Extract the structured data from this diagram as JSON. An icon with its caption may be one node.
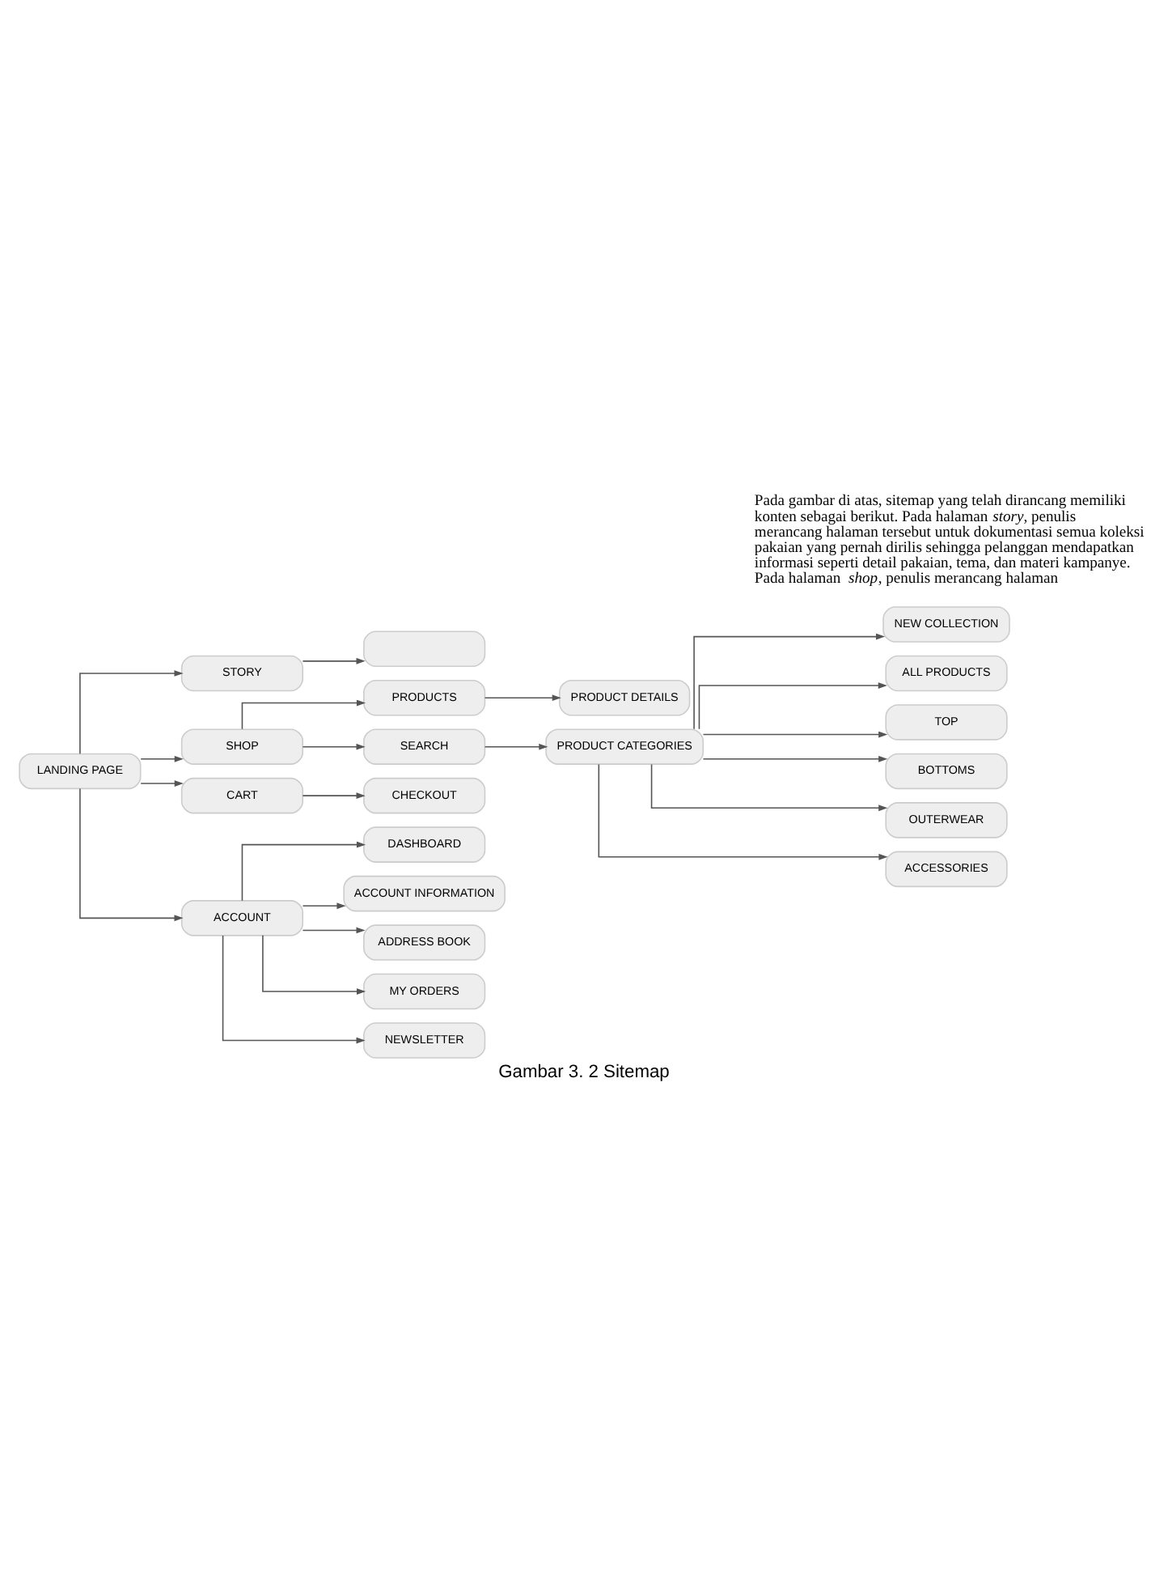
{
  "diagram": {
    "caption": "Gambar 3. 2 Sitemap",
    "nodes": [
      {
        "text": [
          "LANDING PAGE"
        ]
      },
      {
        "text": [
          "STORY"
        ]
      },
      {
        "text": [
          "SHOP"
        ]
      },
      {
        "text": [
          "CART"
        ]
      },
      {
        "text": [
          "ACCOUNT"
        ]
      },
      {
        "text": [],
        "shape": "box"
      },
      {
        "text": [
          "PRODUCTS"
        ]
      },
      {
        "text": [
          "PRODUCT DETAILS"
        ]
      },
      {
        "text": [
          "SEARCH"
        ]
      },
      {
        "text": [
          "PRODUCT CATEGORIES"
        ]
      },
      {
        "text": [
          "NEW COLLECTION"
        ]
      },
      {
        "text": [
          "ALL PRODUCTS"
        ]
      },
      {
        "text": [
          "TOP"
        ]
      },
      {
        "text": [
          "BOTTOMS"
        ]
      },
      {
        "text": [
          "OUTERWEAR"
        ]
      },
      {
        "text": [
          "ACCESSORIES"
        ]
      },
      {
        "text": [
          "CHECKOUT"
        ]
      },
      {
        "text": [
          "DASHBOARD"
        ]
      },
      {
        "text": [
          "ACCOUNT INFORMATION"
        ]
      },
      {
        "text": [
          "ADDRESS BOOK"
        ]
      },
      {
        "text": [
          "MY ORDERS"
        ]
      },
      {
        "text": [
          "NEWSLETTER"
        ]
      }
    ],
    "edges": [
      {
        "from": 0,
        "to": 1,
        "arrow": "to"
      },
      {
        "from": 0,
        "to": 2,
        "arrow": "to"
      },
      {
        "from": 0,
        "to": 3,
        "arrow": "to"
      },
      {
        "from": 0,
        "to": 4,
        "arrow": "to"
      },
      {
        "from": 1,
        "to": 5,
        "arrow": "to"
      },
      {
        "from": 2,
        "to": 6,
        "arrow": "to"
      },
      {
        "from": 6,
        "to": 7,
        "arrow": "to"
      },
      {
        "from": 2,
        "to": 8,
        "arrow": "to"
      },
      {
        "from": 8,
        "to": 9,
        "arrow": "to"
      },
      {
        "from": 9,
        "to": 10,
        "arrow": "to"
      },
      {
        "from": 9,
        "to": 11,
        "arrow": "to"
      },
      {
        "from": 9,
        "to": 12,
        "arrow": "to"
      },
      {
        "from": 9,
        "to": 13,
        "arrow": "to"
      },
      {
        "from": 9,
        "to": 14,
        "arrow": "to"
      },
      {
        "from": 9,
        "to": 15,
        "arrow": "to"
      },
      {
        "from": 3,
        "to": 16,
        "arrow": "to"
      },
      {
        "from": 4,
        "to": 17,
        "arrow": "to"
      },
      {
        "from": 4,
        "to": 18,
        "arrow": "to"
      },
      {
        "from": 4,
        "to": 19,
        "arrow": "to"
      },
      {
        "from": 4,
        "to": 20,
        "arrow": "to"
      },
      {
        "from": 4,
        "to": 21,
        "arrow": "to"
      }
    ],
    "labels": [
      "Pada gambar di atas, sitemap yang telah dirancang memiliki konten sebagai berikut. Pada halaman *story*, penulis merancang halaman tersebut untuk dokumentasi semua koleksi pakaian yang pernah dirilis sehingga pelanggan mendapatkan informasi seperti detail pakaian, tema, dan materi kampanye. Pada halaman *shop*, penulis merancang halaman"
    ]
  }
}
